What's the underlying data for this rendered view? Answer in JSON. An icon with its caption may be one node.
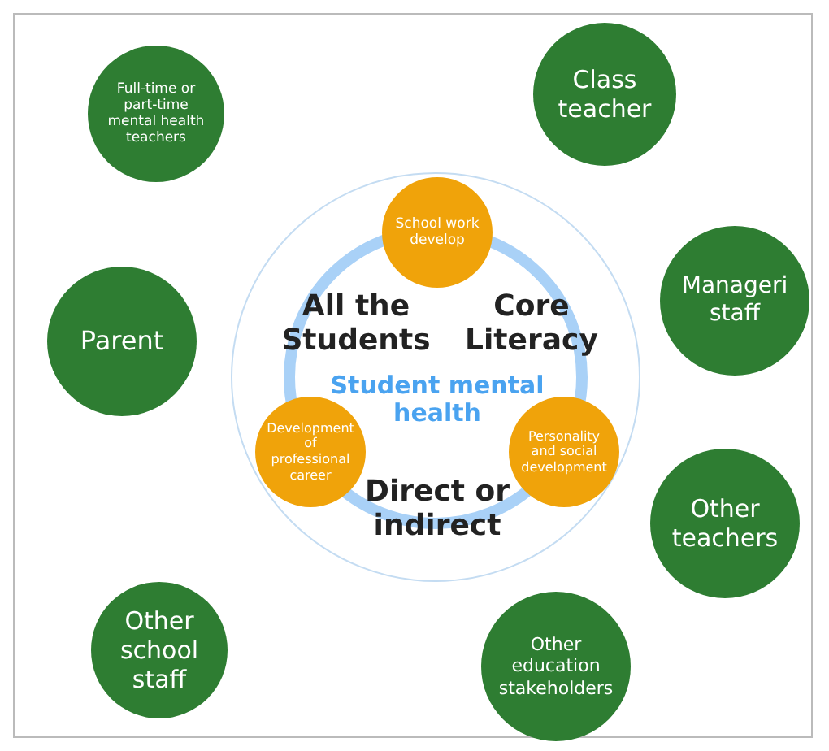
{
  "diagram": {
    "nodes": [
      {
        "text": [
          "Full-time or part-time mental health teachers"
        ]
      },
      {
        "text": [
          "Class teacher"
        ]
      },
      {
        "text": [
          "All the Students",
          "Core Literacy",
          "Student mental health",
          "Direct or indirect"
        ]
      },
      {
        "text": [
          "School work develop"
        ],
        "in": 2
      },
      {
        "text": [
          "Manageri staff"
        ]
      },
      {
        "text": [
          "Parent"
        ]
      },
      {
        "text": [
          "Development of professional career"
        ],
        "in": 2
      },
      {
        "text": [
          "Personality and social development"
        ],
        "in": 2
      },
      {
        "text": [
          "Other teachers"
        ]
      },
      {
        "text": [
          "Other school staff"
        ]
      },
      {
        "text": [
          "Other education stakeholders"
        ]
      }
    ]
  }
}
